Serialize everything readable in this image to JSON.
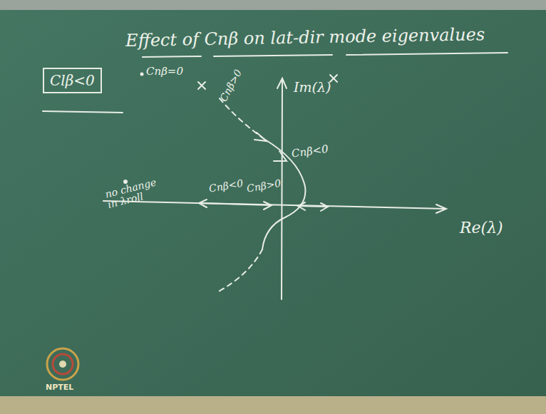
{
  "diagram": {
    "title": "Effect of Cnβ on lat-dir mode eigenvalues",
    "nodes": [
      {
        "text": [
          "Clβ<0"
        ]
      }
    ],
    "labels": [
      "Cnβ=0",
      "Cnβ>0",
      "Im(λ)",
      "Cnβ<0",
      "Cnβ<0",
      "Cnβ>0",
      "no change in λroll",
      "Re(λ)",
      "NPTEL"
    ]
  }
}
